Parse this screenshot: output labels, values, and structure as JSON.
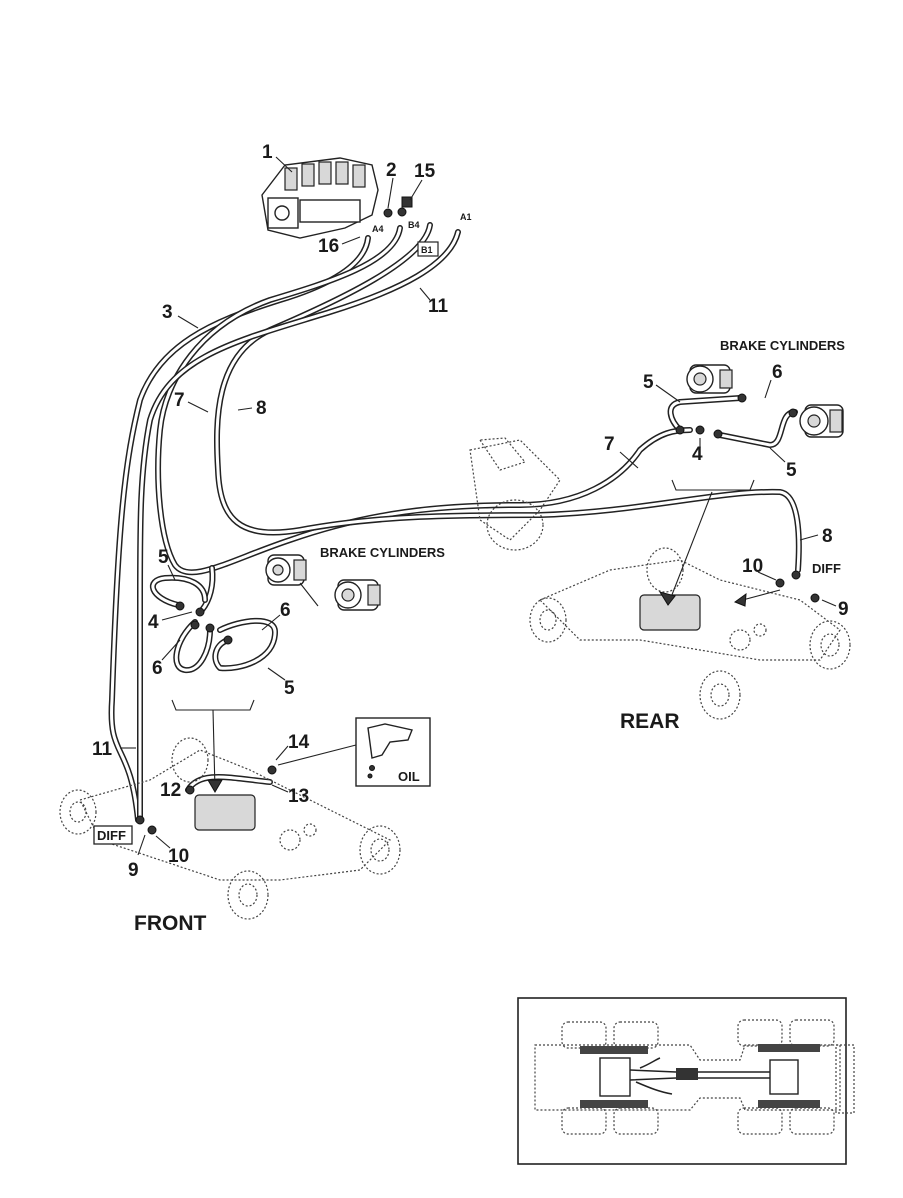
{
  "labels": {
    "n1": "1",
    "n2": "2",
    "n15": "15",
    "a1": "A1",
    "b4": "B4",
    "a4": "A4",
    "b1": "B1",
    "n16": "16",
    "n11_top": "11",
    "n3": "3",
    "n7_left": "7",
    "n8_left": "8",
    "brake_cylinders_rear": "BRAKE CYLINDERS",
    "n5_rear_top": "5",
    "n6_rear_top": "6",
    "n7_rear": "7",
    "n4_rear": "4",
    "n5_rear_bottom": "5",
    "n8_rear": "8",
    "n10_rear": "10",
    "diff_rear": "DIFF",
    "n9_rear": "9",
    "rear": "REAR",
    "brake_cylinders_front": "BRAKE CYLINDERS",
    "n5_front_top": "5",
    "n4_front": "4",
    "n6_front_right": "6",
    "n6_front_left": "6",
    "n5_front_bottom": "5",
    "n11_front": "11",
    "n14": "14",
    "oil": "OIL",
    "n12": "12",
    "n13": "13",
    "diff_front": "DIFF",
    "n9_front": "9",
    "n10_front": "10",
    "front": "FRONT"
  },
  "icons": [
    "control-valve-icon",
    "brake-cylinder-icon",
    "axle-icon",
    "oil-can-icon",
    "vehicle-topview-icon"
  ]
}
